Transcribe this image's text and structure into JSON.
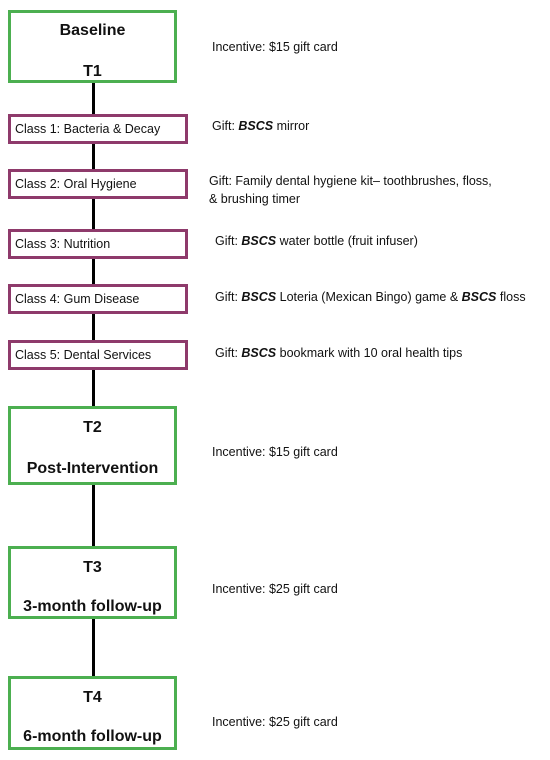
{
  "stages": [
    {
      "line1": "Baseline",
      "line2": "T1",
      "note": "Incentive: $15 gift card"
    },
    {
      "line1": "T2",
      "line2": "Post-Intervention",
      "note": "Incentive: $15 gift card"
    },
    {
      "line1": "T3",
      "line2": "3-month follow-up",
      "note": "Incentive: $25 gift card"
    },
    {
      "line1": "T4",
      "line2": "6-month follow-up",
      "note": "Incentive: $25 gift card"
    }
  ],
  "classes": [
    {
      "label": "Class 1: Bacteria & Decay",
      "gift_prefix": "Gift: ",
      "gift_brand": "BSCS",
      "gift_rest": " mirror"
    },
    {
      "label": "Class 2: Oral Hygiene",
      "gift_line1": "Gift: Family dental hygiene kit– toothbrushes, floss,",
      "gift_line2": "& brushing timer"
    },
    {
      "label": "Class 3: Nutrition",
      "gift_prefix": "Gift: ",
      "gift_brand": "BSCS",
      "gift_rest": " water bottle (fruit infuser)"
    },
    {
      "label": "Class 4: Gum Disease",
      "gift_prefix": "Gift: ",
      "gift_brand": "BSCS",
      "gift_mid": " Loteria (Mexican Bingo) game & ",
      "gift_brand2": "BSCS",
      "gift_rest": " floss"
    },
    {
      "label": "Class 5: Dental Services",
      "gift_prefix": "Gift: ",
      "gift_brand": "BSCS",
      "gift_rest": " bookmark with 10 oral health tips"
    }
  ],
  "colors": {
    "stage_border": "#4CAF50",
    "class_border": "#8E3A6B",
    "connector": "#000000"
  }
}
